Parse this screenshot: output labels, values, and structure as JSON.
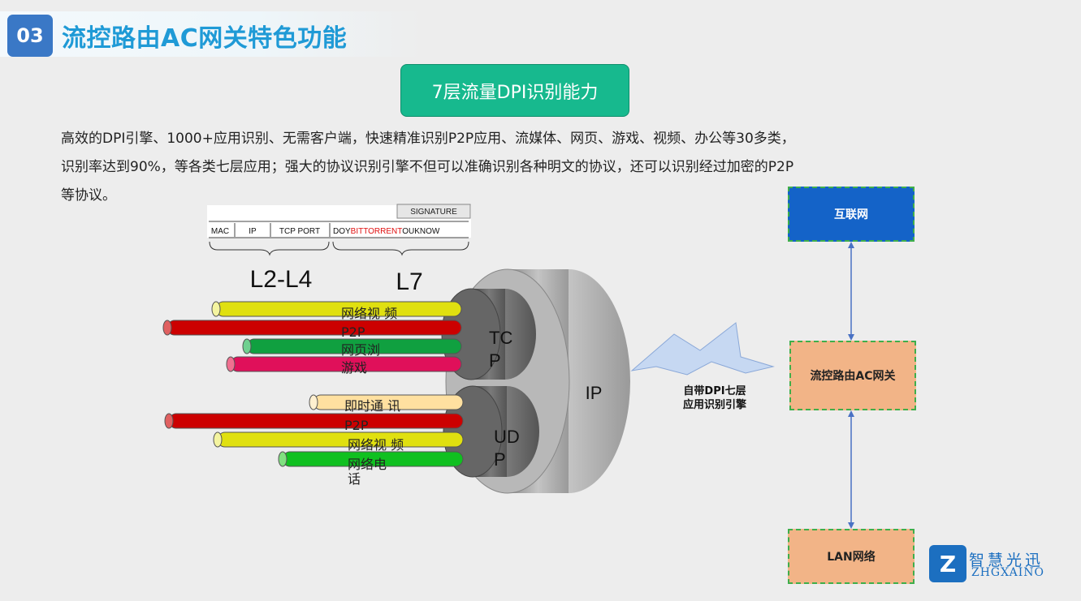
{
  "header": {
    "number": "03",
    "title": "流控路由AC网关特色功能"
  },
  "feature_pill": "7层流量DPI识别能力",
  "paragraph": [
    "高效的DPI引擎、1000+应用识别、无需客户端，快速精准识别P2P应用、流媒体、网页、游戏、视频、办公等30多类，",
    "识别率达到90%，等各类七层应用；强大的协议识别引擎不但可以准确识别各种明文的协议，还可以识别经过加密的P2P",
    "等协议。"
  ],
  "packet": {
    "signature": "SIGNATURE",
    "fields": [
      "MAC",
      "IP",
      "TCP PORT"
    ],
    "payload_pre": "DOY",
    "payload_sig": "BITTORRENT",
    "payload_post": "OUKNOW",
    "group_l2l4": "L2-L4",
    "group_l7": "L7"
  },
  "tubes": {
    "ip": "IP",
    "tcp": "TC\nP",
    "udp": "UD\nP",
    "tcp_apps": [
      {
        "label": "网络视\n频",
        "color": "#e0e010"
      },
      {
        "label": "P2P",
        "color": "#cc0000"
      },
      {
        "label": "网页浏",
        "color": "#10a040"
      },
      {
        "label": "游戏",
        "color": "#e0105a"
      }
    ],
    "udp_apps": [
      {
        "label": "即时通\n讯",
        "color": "#ffe0a0"
      },
      {
        "label": "P2P",
        "color": "#cc0000"
      },
      {
        "label": "网络视\n频",
        "color": "#e0e010"
      },
      {
        "label": "网络电\n话",
        "color": "#10c020"
      }
    ]
  },
  "network": {
    "internet": "互联网",
    "gateway": "流控路由AC网关",
    "lan": "LAN网络",
    "engine": "自带DPI七层\n应用识别引擎"
  },
  "logo": {
    "mark": "Z",
    "cn": "智慧光迅",
    "en": "ZHGXAINO"
  },
  "colors": {
    "title": "#1f9ad6",
    "badge": "#3a78c6",
    "pill": "#17b98e",
    "internet": "#1463c8",
    "gateway": "#f2b487"
  }
}
